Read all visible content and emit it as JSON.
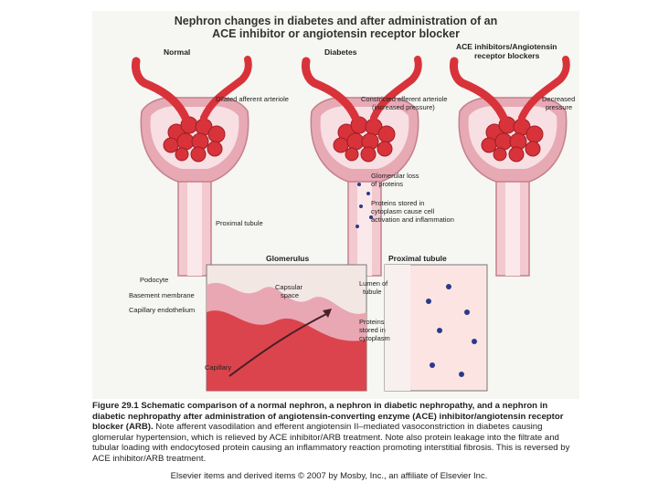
{
  "figure": {
    "title_line1": "Nephron changes in diabetes and after administration of an",
    "title_line2": "ACE inhibitor or angiotensin receptor blocker",
    "panel_labels": {
      "normal": "Normal",
      "diabetes": "Diabetes",
      "ace_line1": "ACE inhibitors/Angiotensin",
      "ace_line2": "receptor blockers"
    },
    "annotations": {
      "dilated": "Dilated afferent arteriole",
      "constricted_1": "Constricted efferent arteriole",
      "constricted_2": "(increased pressure)",
      "decreased_1": "Decreased",
      "decreased_2": "pressure",
      "glom_loss_1": "Glomerular loss",
      "glom_loss_2": "of proteins",
      "proteins_1": "Proteins stored in",
      "proteins_2": "cytoplasm cause cell",
      "proteins_3": "activation and inflammation",
      "proximal": "Proximal tubule"
    },
    "glomerulus": {
      "header": "Glomerulus",
      "podocyte": "Podocyte",
      "basement": "Basement membrane",
      "endothelium": "Capillary endothelium",
      "capsular_1": "Capsular",
      "capsular_2": "space",
      "capillary": "Capillary"
    },
    "proximal_tubule": {
      "header": "Proximal tubule",
      "lumen_1": "Lumen of",
      "lumen_2": "tubule",
      "proteins_1": "Proteins",
      "proteins_2": "stored in",
      "proteins_3": "cytoplasm"
    }
  },
  "caption": {
    "bold": "Figure 29.1 Schematic comparison of a normal nephron, a nephron in diabetic nephropathy, and a nephron in diabetic nephropathy after administration of angiotensin-converting enzyme (ACE) inhibitor/angiotensin receptor blocker (ARB).",
    "text": " Note afferent vasodilation and efferent angiotensin II–mediated vasoconstriction in diabetes causing glomerular hypertension, which is relieved by ACE inhibitor/ARB treatment. Note also protein leakage into the filtrate and tubular loading with endocytosed protein causing an inflammatory reaction promoting interstitial fibrosis. This is reversed by ACE inhibitor/ARB treatment."
  },
  "credit": "Elsevier items and derived items © 2007 by Mosby, Inc., an affiliate of Elsevier Inc.",
  "colors": {
    "vessel": "#d8333a",
    "capsule": "#e7a9b4",
    "tubule_wall": "#efc2c9",
    "protein_dot": "#2a3a8a"
  }
}
